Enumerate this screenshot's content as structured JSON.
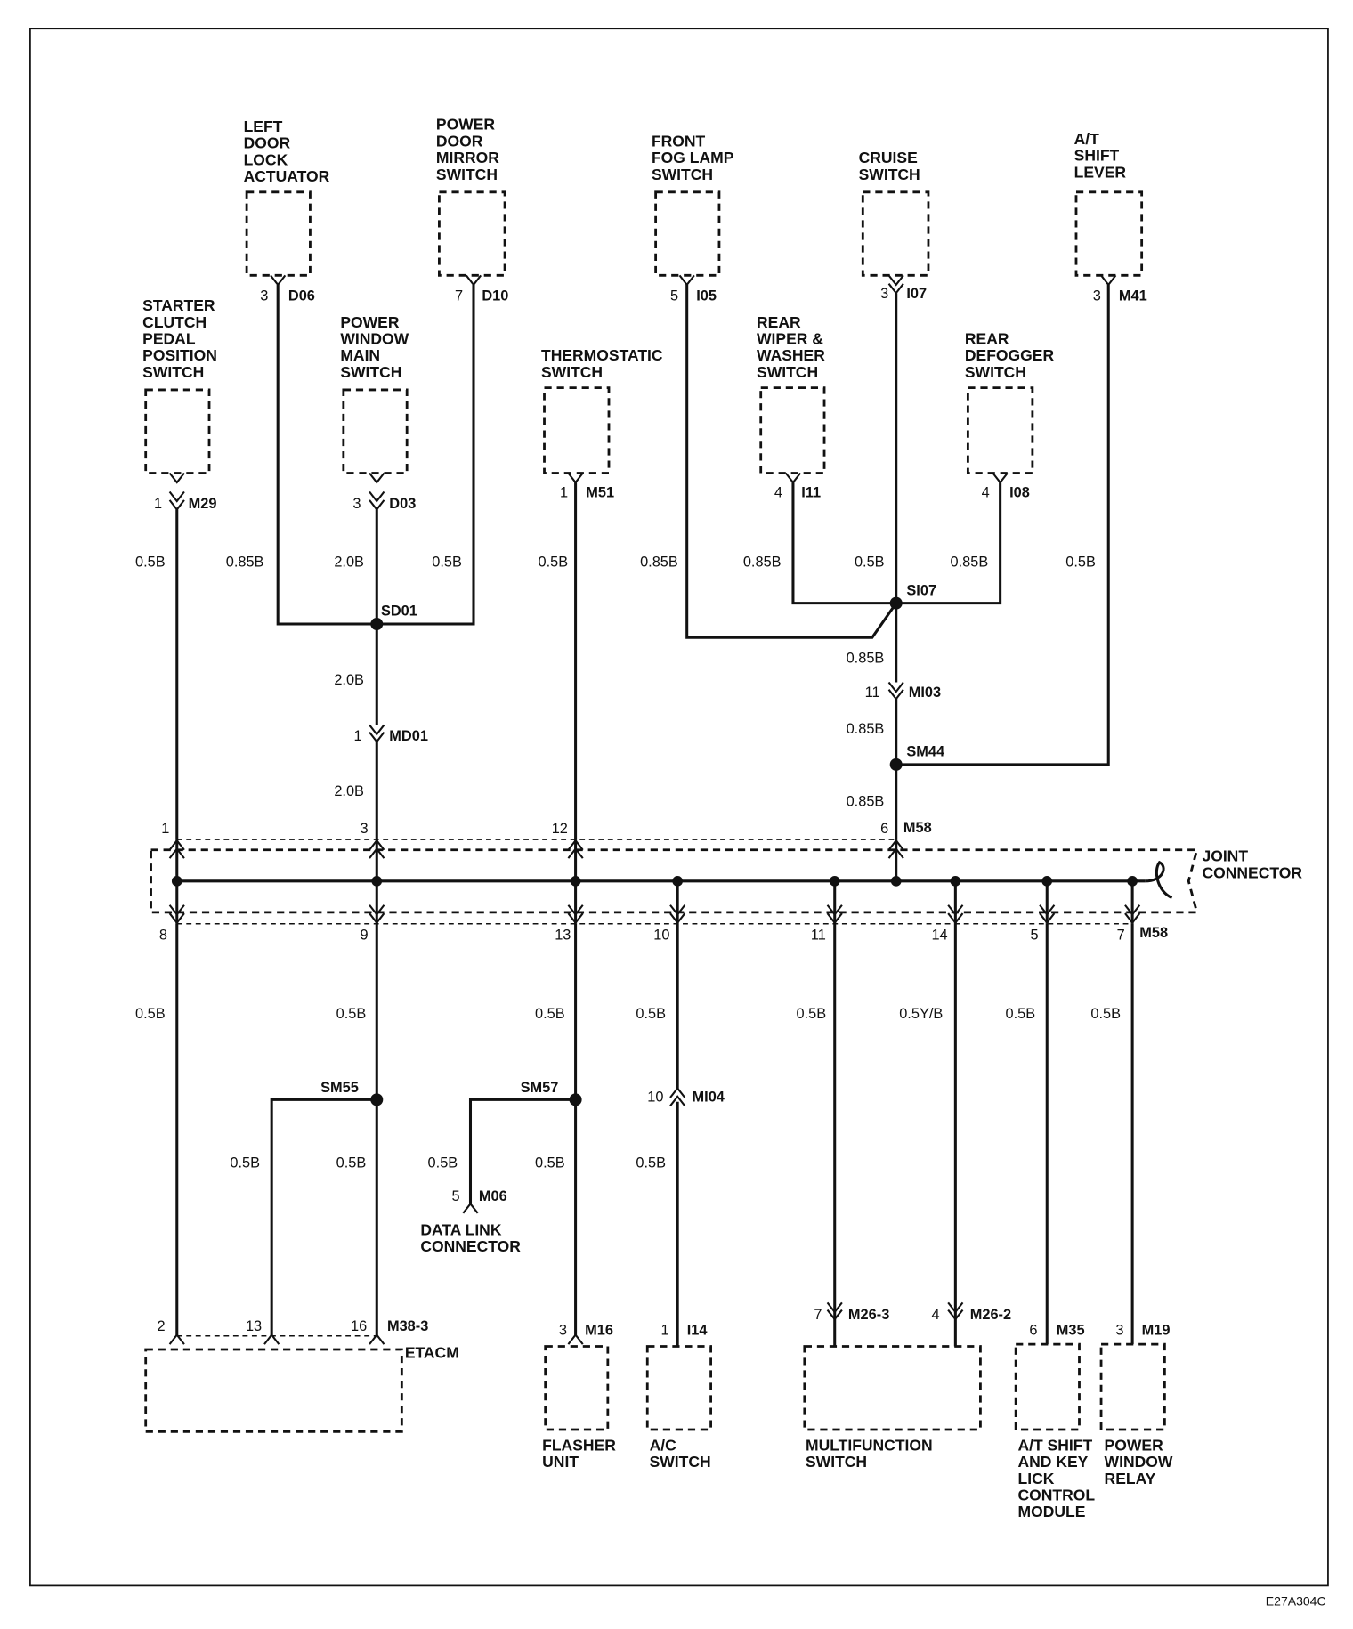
{
  "components": {
    "left_door_lock_actuator": {
      "label": [
        "LEFT",
        "DOOR",
        "LOCK",
        "ACTUATOR"
      ],
      "connector": "D06",
      "pin": "3"
    },
    "power_door_mirror_switch": {
      "label": [
        "POWER",
        "DOOR",
        "MIRROR",
        "SWITCH"
      ],
      "connector": "D10",
      "pin": "7"
    },
    "front_fog_lamp_switch": {
      "label": [
        "FRONT",
        "FOG LAMP",
        "SWITCH"
      ],
      "connector": "I05",
      "pin": "5"
    },
    "cruise_switch": {
      "label": [
        "CRUISE",
        "SWITCH"
      ],
      "connector": "I07",
      "pin": "3"
    },
    "at_shift_lever": {
      "label": [
        "A/T",
        "SHIFT",
        "LEVER"
      ],
      "connector": "M41",
      "pin": "3"
    },
    "starter_clutch_switch": {
      "label": [
        "STARTER",
        "CLUTCH",
        "PEDAL",
        "POSITION",
        "SWITCH"
      ],
      "connector": "M29",
      "pin": "1"
    },
    "power_window_main_switch": {
      "label": [
        "POWER",
        "WINDOW",
        "MAIN",
        "SWITCH"
      ],
      "connector": "D03",
      "pin": "3"
    },
    "thermostatic_switch": {
      "label": [
        "THERMOSTATIC",
        "SWITCH"
      ],
      "connector": "M51",
      "pin": "1"
    },
    "rear_wiper_washer_switch": {
      "label": [
        "REAR",
        "WIPER &",
        "WASHER",
        "SWITCH"
      ],
      "connector": "I11",
      "pin": "4"
    },
    "rear_defogger_switch": {
      "label": [
        "REAR",
        "DEFOGGER",
        "SWITCH"
      ],
      "connector": "I08",
      "pin": "4"
    },
    "data_link_connector": {
      "label": [
        "DATA LINK",
        "CONNECTOR"
      ],
      "connector": "M06",
      "pin": "5"
    },
    "etacm": {
      "label": [
        "ETACM"
      ],
      "connector": "M38-3",
      "pins": [
        "2",
        "13",
        "16"
      ]
    },
    "flasher_unit": {
      "label": [
        "FLASHER",
        "UNIT"
      ],
      "connector": "M16",
      "pin": "3"
    },
    "ac_switch": {
      "label": [
        "A/C",
        "SWITCH"
      ],
      "connector": "I14",
      "pin": "1"
    },
    "multifunction_switch": {
      "label": [
        "MULTIFUNCTION",
        "SWITCH"
      ],
      "connectors": [
        {
          "id": "M26-3",
          "pin": "7"
        },
        {
          "id": "M26-2",
          "pin": "4"
        }
      ]
    },
    "at_shift_key_lock_module": {
      "label": [
        "A/T SHIFT",
        "AND KEY",
        "LICK",
        "CONTROL",
        "MODULE"
      ],
      "connector": "M35",
      "pin": "6"
    },
    "power_window_relay": {
      "label": [
        "POWER",
        "WINDOW",
        "RELAY"
      ],
      "connector": "M19",
      "pin": "3"
    }
  },
  "inline_connectors": {
    "md01": {
      "id": "MD01",
      "pin": "1"
    },
    "mi03": {
      "id": "MI03",
      "pin": "11"
    },
    "mi04": {
      "id": "MI04",
      "pin": "10"
    }
  },
  "splices": {
    "sd01": "SD01",
    "si07": "SI07",
    "sm44": "SM44",
    "sm55": "SM55",
    "sm57": "SM57"
  },
  "joint_connector": {
    "label": [
      "JOINT",
      "CONNECTOR"
    ],
    "connector": "M58",
    "top_pins": [
      "1",
      "3",
      "12",
      "6"
    ],
    "bottom_pins": [
      "8",
      "9",
      "13",
      "10",
      "11",
      "14",
      "5",
      "7"
    ]
  },
  "wire_specs": {
    "w_m29": "0.5B",
    "w_d06": "0.85B",
    "w_d03_up": "2.0B",
    "w_d10": "0.5B",
    "w_m51": "0.5B",
    "w_i05": "0.85B",
    "w_i11": "0.85B",
    "w_i07": "0.5B",
    "w_i08": "0.85B",
    "w_m41": "0.5B",
    "w_sd01_md01": "2.0B",
    "w_md01_jc": "2.0B",
    "w_si07_mi03": "0.85B",
    "w_mi03_sm44": "0.85B",
    "w_sm44_jc": "0.85B",
    "w_p8": "0.5B",
    "w_p9": "0.5B",
    "w_p13": "0.5B",
    "w_p10": "0.5B",
    "w_p11": "0.5B",
    "w_p14": "0.5Y/B",
    "w_p5": "0.5B",
    "w_p7": "0.5B",
    "w_sm55_13": "0.5B",
    "w_sm55_16": "0.5B",
    "w_sm57_m06": "0.5B",
    "w_sm57_m16": "0.5B",
    "w_mi04_i14": "0.5B"
  },
  "reference_code": "E27A304C"
}
